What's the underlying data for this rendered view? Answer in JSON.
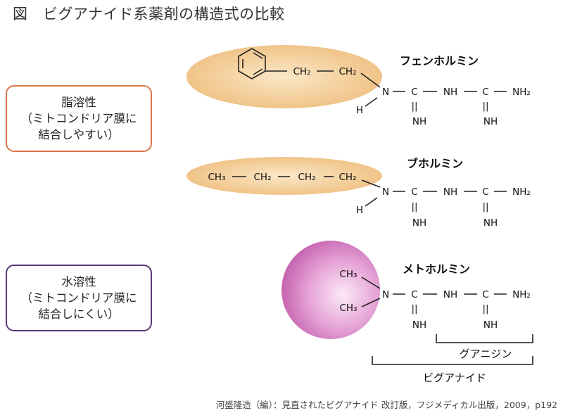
{
  "title": "図　ビグアナイド系薬剤の構造式の比較",
  "colors": {
    "fat_soluble_border": "#d8764a",
    "water_soluble_border": "#5a3a78",
    "lipophilic_shape": "#f3cd96",
    "hydrophilic_shape": "#d27bbf"
  },
  "boxes": {
    "fat_soluble": {
      "line1": "脂溶性",
      "line2": "（ミトコンドリア膜に",
      "line3": "結合しやすい）"
    },
    "water_soluble": {
      "line1": "水溶性",
      "line2": "（ミトコンドリア膜に",
      "line3": "結合しにくい）"
    }
  },
  "labels": {
    "ch2": "CH₂",
    "ch3": "CH₃",
    "n": "N",
    "c": "C",
    "nh": "NH",
    "nh2": "NH₂",
    "h": "H",
    "double_bond": "||"
  },
  "molecules": {
    "phenformin": {
      "name": "フェンホルミン"
    },
    "buformin": {
      "name": "ブホルミン"
    },
    "metformin": {
      "name": "メトホルミン"
    }
  },
  "brackets": {
    "guanidine": "グアニジン",
    "biguanide": "ビグアナイド"
  },
  "citation": "河盛隆造（編）：見直されたビグアナイド 改訂版，フジメディカル出版，2009，p192"
}
